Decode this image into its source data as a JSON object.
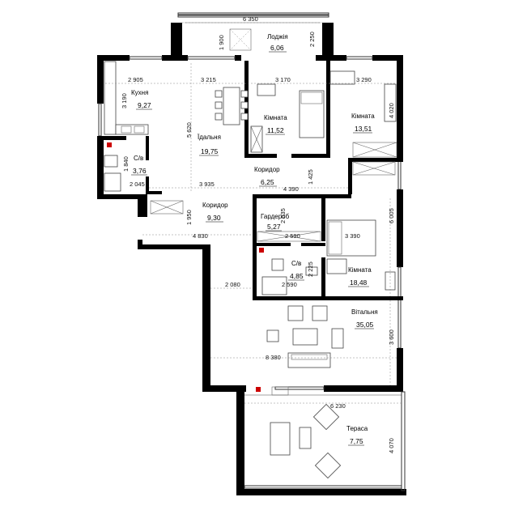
{
  "rooms": {
    "loggia": {
      "name": "Лоджія",
      "area": "6,06"
    },
    "kitchen": {
      "name": "Кухня",
      "area": "9,27"
    },
    "dining": {
      "name": "Їдальня",
      "area": "19,75"
    },
    "room1": {
      "name": "Кімната",
      "area": "11,52"
    },
    "room2": {
      "name": "Кімната",
      "area": "13,51"
    },
    "bath1": {
      "name": "С/в",
      "area": "3,76"
    },
    "corridor1": {
      "name": "Коридор",
      "area": "6,25"
    },
    "corridor2": {
      "name": "Коридор",
      "area": "9,30"
    },
    "wardrobe": {
      "name": "Гардероб",
      "area": "5,27"
    },
    "room3": {
      "name": "Кімната",
      "area": "18,48"
    },
    "bath2": {
      "name": "С/в",
      "area": "4,85"
    },
    "living": {
      "name": "Вітальня",
      "area": "35,05"
    },
    "terrace": {
      "name": "Тераса",
      "area": "7,75"
    }
  },
  "dimensions": {
    "d6350": "6 350",
    "d1900": "1 900",
    "d2250": "2 250",
    "d2905": "2 905",
    "d3215": "3 215",
    "d3170": "3 170",
    "d3290": "3 290",
    "d3190": "3 190",
    "d5620": "5 620",
    "d4020": "4 020",
    "d1840": "1 840",
    "d2045": "2 045",
    "d3935": "3 935",
    "d1425": "1 425",
    "d4390": "4 390",
    "d1950": "1 950",
    "d6005": "6 005",
    "d2035": "2 035",
    "d4830": "4 830",
    "d2590a": "2 590",
    "d3390": "3 390",
    "d2225": "2 225",
    "d2080": "2 080",
    "d2590b": "2 590",
    "d3600": "3 600",
    "d8380": "8 380",
    "d6230": "6 230",
    "d4070": "4 070"
  }
}
